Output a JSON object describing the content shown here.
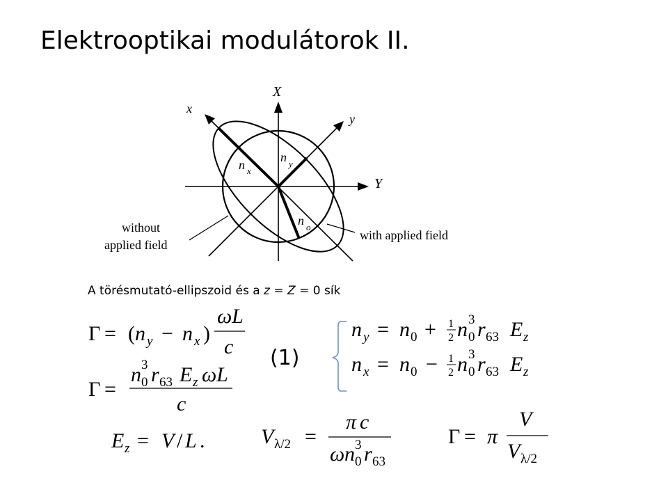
{
  "slide": {
    "title": "Elektrooptikai modulátorok II.",
    "caption_prefix": "A törésmutató-ellipszoid és a ",
    "caption_z": "z",
    "caption_eq1": " = ",
    "caption_Z": "Z",
    "caption_suffix": " = 0 sík",
    "eq_number": "(1)"
  },
  "diagram": {
    "axis_X": "X",
    "axis_Y": "Y",
    "axis_x": "x",
    "axis_y": "y",
    "label_nx": "n",
    "label_nx_sub": "x",
    "label_ny": "n",
    "label_ny_sub": "y",
    "label_no": "n",
    "label_no_sub": "o",
    "without_line1": "without",
    "without_line2": "applied field",
    "with_label": "with applied field"
  },
  "equations": {
    "gamma": "Γ",
    "eq": "=",
    "eq1_open": "(",
    "n": "n",
    "sub_y": "y",
    "sub_x": "x",
    "minus": "−",
    "plus": "+",
    "eq1_close": ")",
    "omegaL": "ωL",
    "c": "c",
    "n0": "n",
    "sub0": "0",
    "sup3": "3",
    "r": "r",
    "sub63": "63",
    "E": "E",
    "sub_z": "z",
    "omega": "ω",
    "L": "L",
    "V": "V",
    "slash": "/",
    "dot": ".",
    "sub_lambda2": "λ/2",
    "pi": "π",
    "half_num": "1",
    "half_den": "2"
  }
}
